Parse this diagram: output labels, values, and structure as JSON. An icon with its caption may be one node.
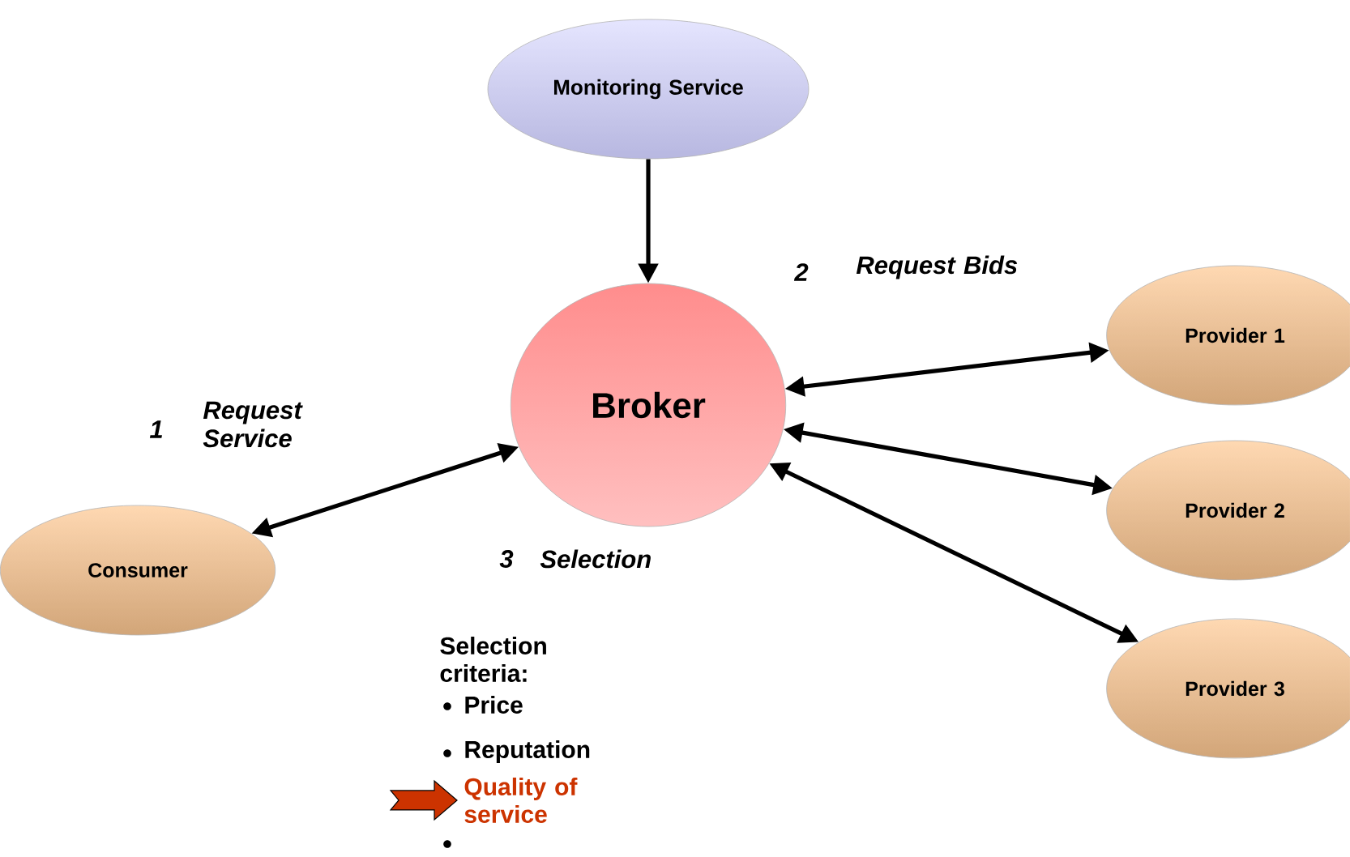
{
  "diagram": {
    "nodes": [
      {
        "text": [
          "Monitoring Service"
        ]
      },
      {
        "text": [
          "Broker"
        ]
      },
      {
        "text": [
          "Consumer"
        ]
      },
      {
        "text": [
          "Provider 1"
        ]
      },
      {
        "text": [
          "Provider 2"
        ]
      },
      {
        "text": [
          "Provider 3"
        ]
      }
    ],
    "edges": [
      {
        "from": 0,
        "to": 1,
        "arrow": "to"
      },
      {
        "from": 2,
        "to": 1,
        "arrow": "both"
      },
      {
        "from": 1,
        "to": 3,
        "arrow": "both"
      },
      {
        "from": 1,
        "to": 4,
        "arrow": "both"
      },
      {
        "from": 1,
        "to": 5,
        "arrow": "both"
      }
    ],
    "labels": [
      "1",
      "Request Service",
      "2",
      "Request Bids",
      "3",
      "Selection",
      "Selection criteria:",
      "Price",
      "Reputation",
      "Quality of service"
    ]
  }
}
